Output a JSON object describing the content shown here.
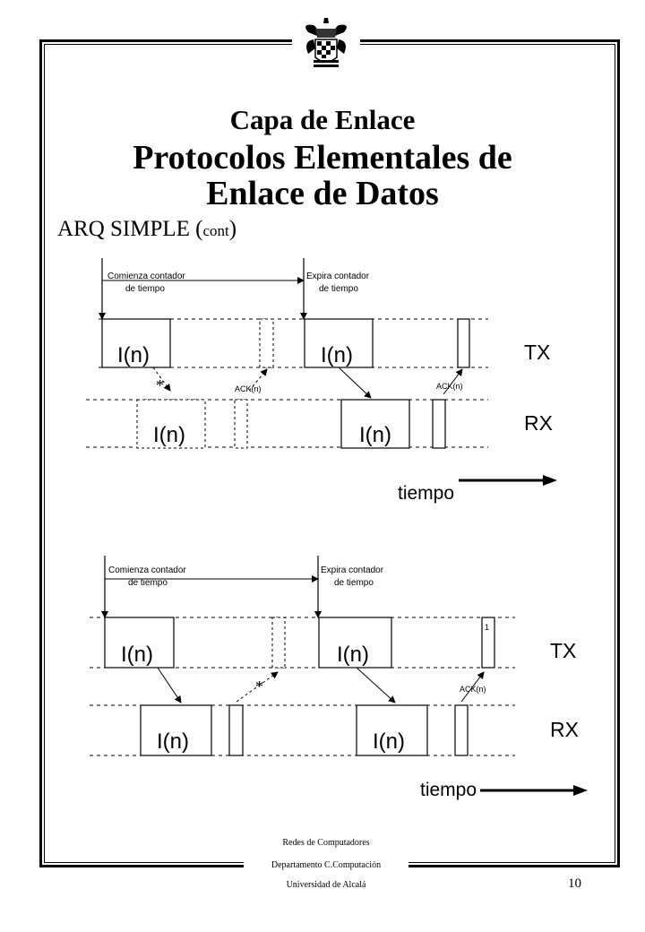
{
  "header": {
    "title": "Capa de Enlace",
    "subtitle_line1": "Protocolos Elementales de",
    "subtitle_line2": "Enlace de Datos",
    "section_main": "ARQ SIMPLE (",
    "section_small": "cont",
    "section_end": ")"
  },
  "diagram1": {
    "timer_start_l1": "Comienza contador",
    "timer_start_l2": "de tiempo",
    "timer_end_l1": "Expira contador",
    "timer_end_l2": "de tiempo",
    "frame": "I(n)",
    "ack": "ACK(n)",
    "lost_mark": "*",
    "tx_label": "TX",
    "rx_label": "RX",
    "time_label": "tiempo"
  },
  "diagram2": {
    "timer_start_l1": "Comienza contador",
    "timer_start_l2": "de tiempo",
    "timer_end_l1": "Expira contador",
    "timer_end_l2": "de tiempo",
    "frame": "I(n)",
    "ack": "ACK(n)",
    "lost_mark": "*",
    "ack_tag": "1",
    "tx_label": "TX",
    "rx_label": "RX",
    "time_label": "tiempo"
  },
  "footer": {
    "line1": "Redes de Computadores",
    "line2": "Departamento C.Computación",
    "line3": "Universidad de Alcalá",
    "page_number": "10"
  }
}
